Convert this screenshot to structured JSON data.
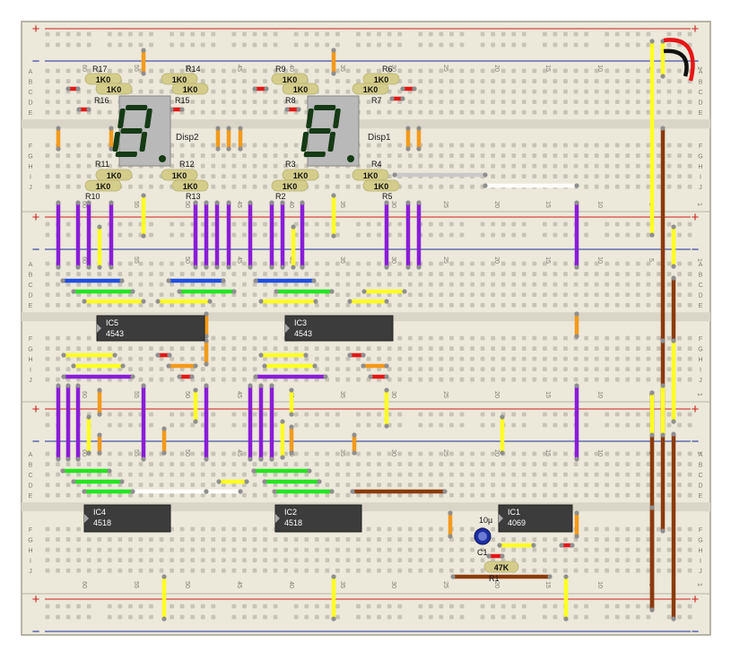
{
  "colors": {
    "board": "#ece8da",
    "board_border": "#a39f90",
    "channel": "#d9d5c7",
    "hole": "#c7c3b6",
    "rail_plus": "#cc1f1f",
    "rail_minus": "#1f2f9c",
    "chip": "#3c3c3c",
    "resistor": "#d4cc8a",
    "display": "#b9b9b9",
    "segment_on": "#153a15",
    "wire_violet": "#8a1cd8",
    "wire_yellow": "#ffff22",
    "wire_orange": "#f39a1a",
    "wire_red": "#e51616",
    "wire_blue": "#1f4fe0",
    "wire_green": "#22e61e",
    "wire_brown": "#8b3a0c",
    "wire_white": "#ffffff",
    "wire_gray": "#c9c9c9",
    "wire_black": "#111111"
  },
  "rails": {
    "plus": "+",
    "minus": "−"
  },
  "row_letters": {
    "top_group": [
      "A",
      "B",
      "C",
      "D",
      "E"
    ],
    "bottom_group": [
      "F",
      "G",
      "H",
      "I",
      "J"
    ]
  },
  "column_numbers": [
    "60",
    "55",
    "50",
    "45",
    "40",
    "35",
    "30",
    "25",
    "20",
    "15",
    "10",
    "5",
    "1"
  ],
  "chips": [
    {
      "id": "ic5",
      "name": "IC5",
      "part": "4543"
    },
    {
      "id": "ic3",
      "name": "IC3",
      "part": "4543"
    },
    {
      "id": "ic4",
      "name": "IC4",
      "part": "4518"
    },
    {
      "id": "ic2",
      "name": "IC2",
      "part": "4518"
    },
    {
      "id": "ic1",
      "name": "IC1",
      "part": "4069"
    }
  ],
  "displays": [
    {
      "id": "disp2",
      "name": "Disp2"
    },
    {
      "id": "disp1",
      "name": "Disp1"
    }
  ],
  "resistors": {
    "value": "1K0",
    "labels": [
      "R1",
      "R2",
      "R3",
      "R4",
      "R5",
      "R6",
      "R7",
      "R8",
      "R9",
      "R10",
      "R11",
      "R12",
      "R13",
      "R14",
      "R15",
      "R16",
      "R17"
    ],
    "timing": {
      "name": "R1",
      "value": "47K"
    }
  },
  "capacitor": {
    "name": "C1",
    "value": "10µ"
  }
}
